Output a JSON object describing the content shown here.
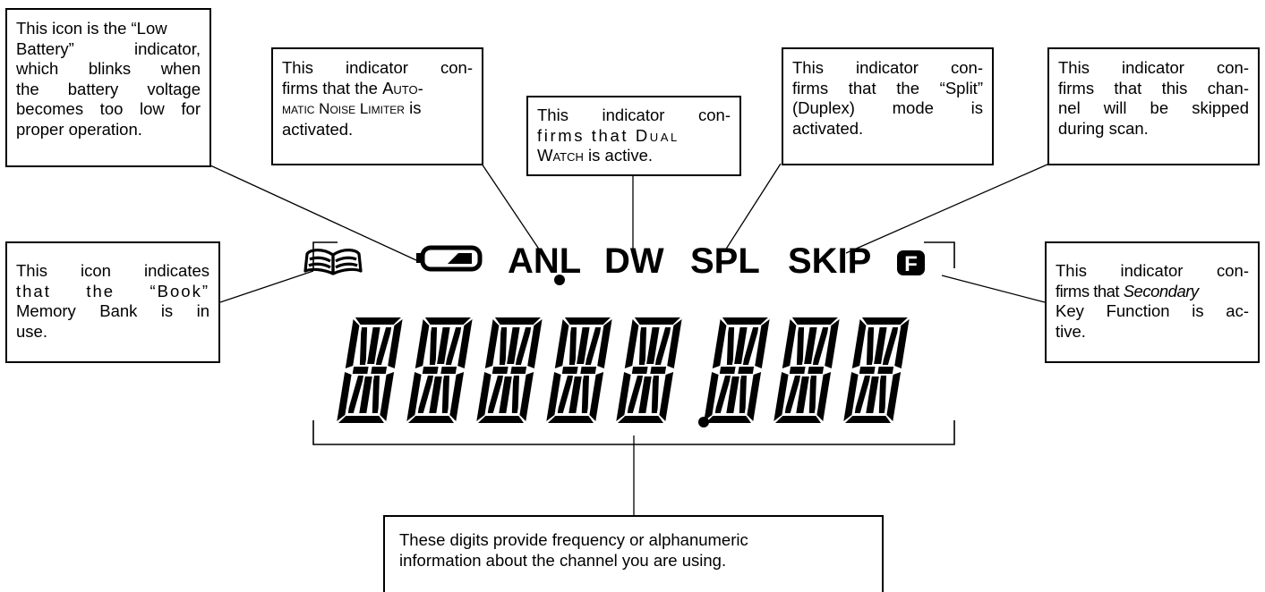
{
  "callouts": {
    "low_battery": {
      "lines": [
        "This icon is the “Low",
        "Battery” indicator,",
        "which blinks when",
        "the battery voltage",
        "becomes too low for",
        "proper operation."
      ]
    },
    "anl": {
      "line1": "This indicator con-",
      "line2": "firms that the ",
      "line2_sc": "Auto-",
      "line3_sc": "matic Noise Limiter",
      "line3_tail": " is",
      "line4": "activated."
    },
    "dw": {
      "line1": "This indicator con-",
      "line2_pre": "firms that ",
      "line2_sc": "Dual",
      "line3_sc": "Watch",
      "line3_tail": " is active."
    },
    "spl": {
      "lines": [
        "This indicator con-",
        "firms that the “Split”",
        "(Duplex) mode is",
        "activated."
      ]
    },
    "skip": {
      "lines": [
        "This indicator con-",
        "firms that this chan-",
        "nel will be skipped",
        "during scan."
      ]
    },
    "book": {
      "lines": [
        "This icon indicates",
        "that the “Book”",
        "Memory Bank is in",
        "use."
      ]
    },
    "secondary": {
      "line1": "This indicator con-",
      "line2_pre": "firms that ",
      "line2_it": "Secondary",
      "line3": "Key Function is ac-",
      "line4": "tive."
    },
    "digits": {
      "lines": [
        "These digits provide frequency or alphanumeric",
        "information about the channel you are using."
      ]
    }
  },
  "lcd": {
    "indicators": {
      "anl": "ANL",
      "dw": "DW",
      "spl": "SPL",
      "skip": "SKIP",
      "function_letter": "F"
    },
    "digit_count": 8,
    "decimal_after_digit": 5
  },
  "icons": [
    "book-icon",
    "battery-icon",
    "function-icon"
  ]
}
